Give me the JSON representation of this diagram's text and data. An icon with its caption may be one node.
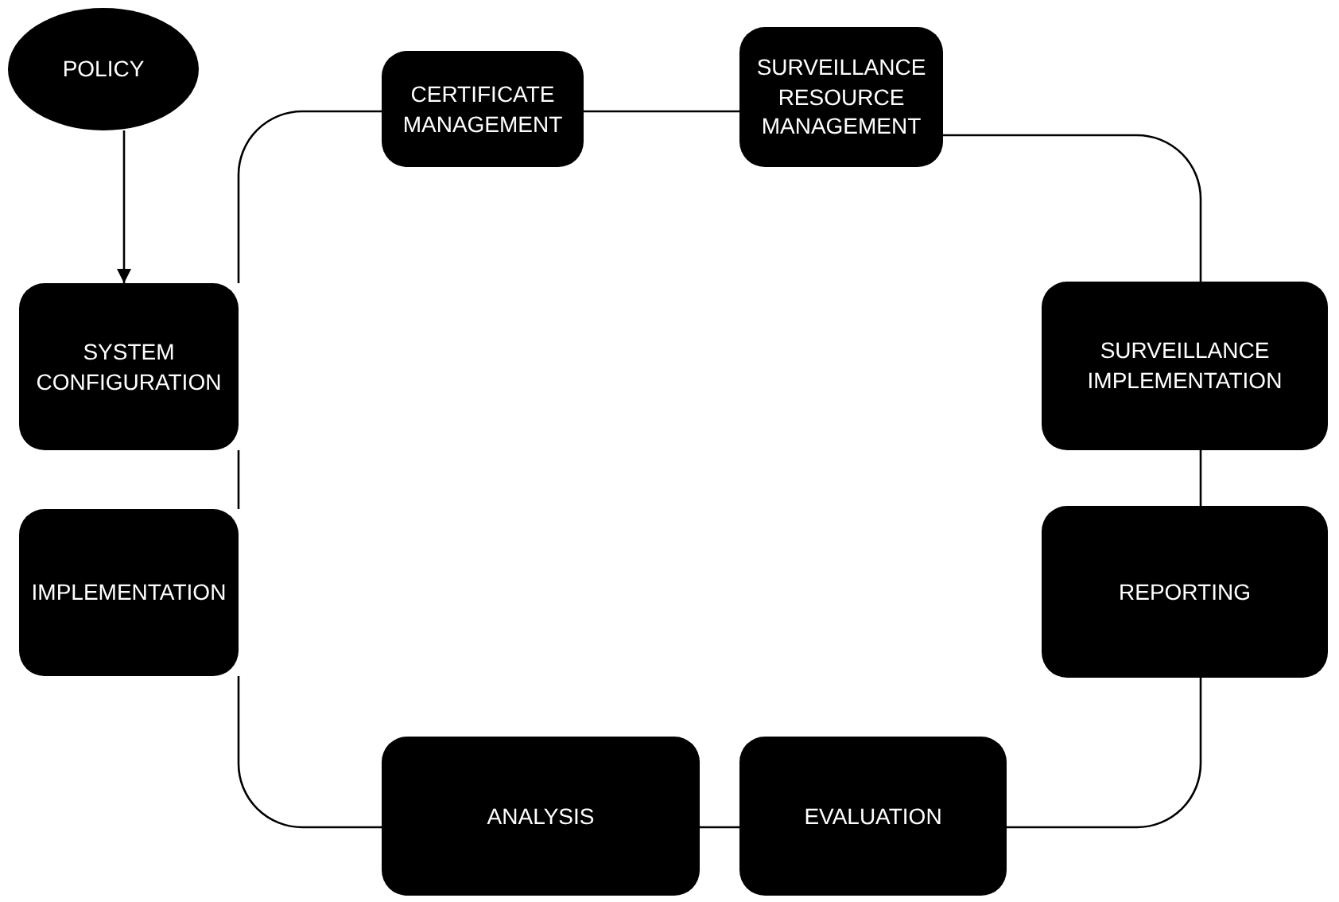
{
  "diagram": {
    "nodes": [
      {
        "text": [
          "POLICY"
        ]
      },
      {
        "text": [
          "CERTIFICATE MANAGEMENT"
        ]
      },
      {
        "text": [
          "SURVEILLANCE RESOURCE MANAGEMENT"
        ]
      },
      {
        "text": [
          "SYSTEM CONFIGURATION"
        ]
      },
      {
        "text": [
          "SURVEILLANCE IMPLEMENTATION"
        ]
      },
      {
        "text": [
          "IMPLEMENTATION"
        ]
      },
      {
        "text": [
          "REPORTING"
        ]
      },
      {
        "text": [
          "ANALYSIS"
        ]
      },
      {
        "text": [
          "EVALUATION"
        ]
      }
    ],
    "edges": [
      {
        "from": 0,
        "to": 3,
        "arrow": "to"
      },
      {
        "from": 1,
        "to": 2,
        "arrow": "none"
      },
      {
        "from": 2,
        "to": 4,
        "arrow": "none"
      },
      {
        "from": 4,
        "to": 6,
        "arrow": "none"
      },
      {
        "from": 6,
        "to": 8,
        "arrow": "none"
      },
      {
        "from": 8,
        "to": 7,
        "arrow": "none"
      },
      {
        "from": 7,
        "to": 5,
        "arrow": "none"
      },
      {
        "from": 5,
        "to": 3,
        "arrow": "none"
      },
      {
        "from": 3,
        "to": 1,
        "arrow": "none"
      }
    ]
  }
}
